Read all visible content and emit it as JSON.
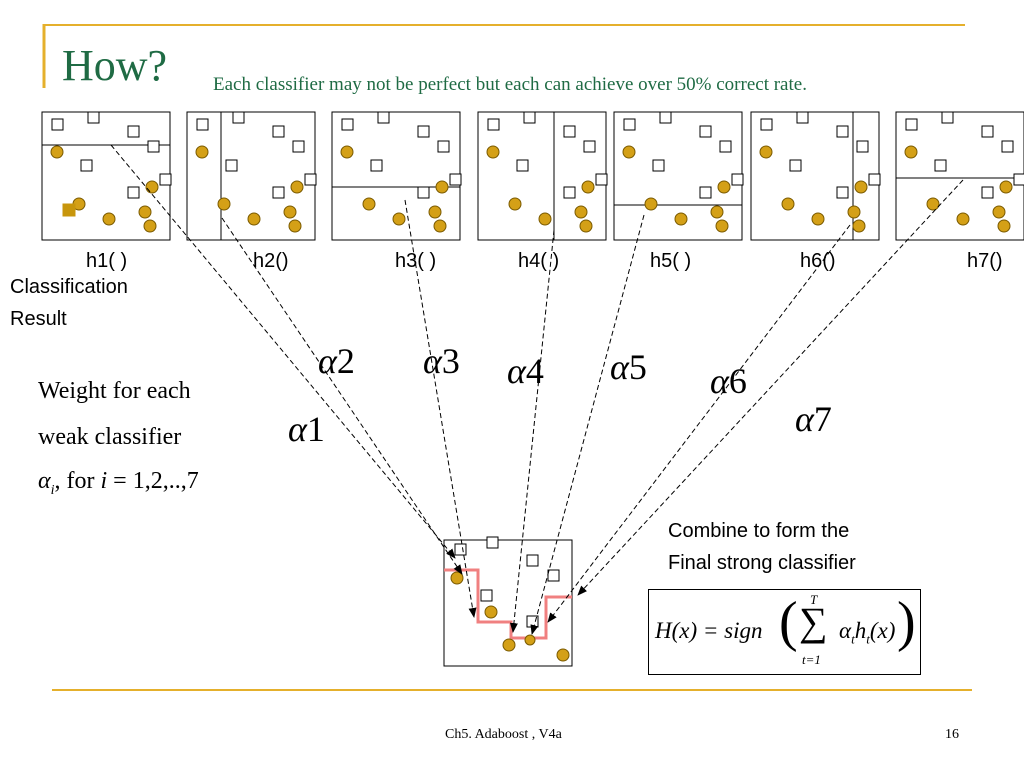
{
  "slide": {
    "title": "How?",
    "subtitle": "Each classifier may not be perfect but each can achieve over 50% correct rate.",
    "classifier_labels": [
      "h1( )",
      "h2()",
      "h3( )",
      "h4( )",
      "h5( )",
      "h6()",
      "h7()"
    ],
    "classification_result": [
      "Classification",
      "Result"
    ],
    "weight_text": [
      "Weight for each",
      "weak classifier"
    ],
    "weight_formula": {
      "alpha": "α",
      "sub": "i",
      "for_text": ", for ",
      "var": "i",
      "range": " = 1,2,..,7"
    },
    "alpha_labels": [
      {
        "symbol": "α",
        "num": "1"
      },
      {
        "symbol": "α",
        "num": "2"
      },
      {
        "symbol": "α",
        "num": "3"
      },
      {
        "symbol": "α",
        "num": "4"
      },
      {
        "symbol": "α",
        "num": "5"
      },
      {
        "symbol": "α",
        "num": "6"
      },
      {
        "symbol": "α",
        "num": "7"
      }
    ],
    "combine_text": [
      "Combine to form the",
      "Final strong classifier"
    ],
    "final_formula": {
      "lhs": "H(x) = sign",
      "sum_top": "T",
      "sum_sym": "∑",
      "sum_bottom": "t=1",
      "term": "α",
      "term_sub": "t",
      "term_h": "h",
      "term_h_sub": "t",
      "term_end": "(x)"
    },
    "footer_center": "Ch5. Adaboost , V4a",
    "page_number": "16"
  },
  "colors": {
    "title": "#1f6b44",
    "rule": "#e5b02c",
    "circle": "#d4a017",
    "circle_stroke": "#7a5a00",
    "strong_line": "#f08080",
    "square_filled": "#c8960c"
  }
}
